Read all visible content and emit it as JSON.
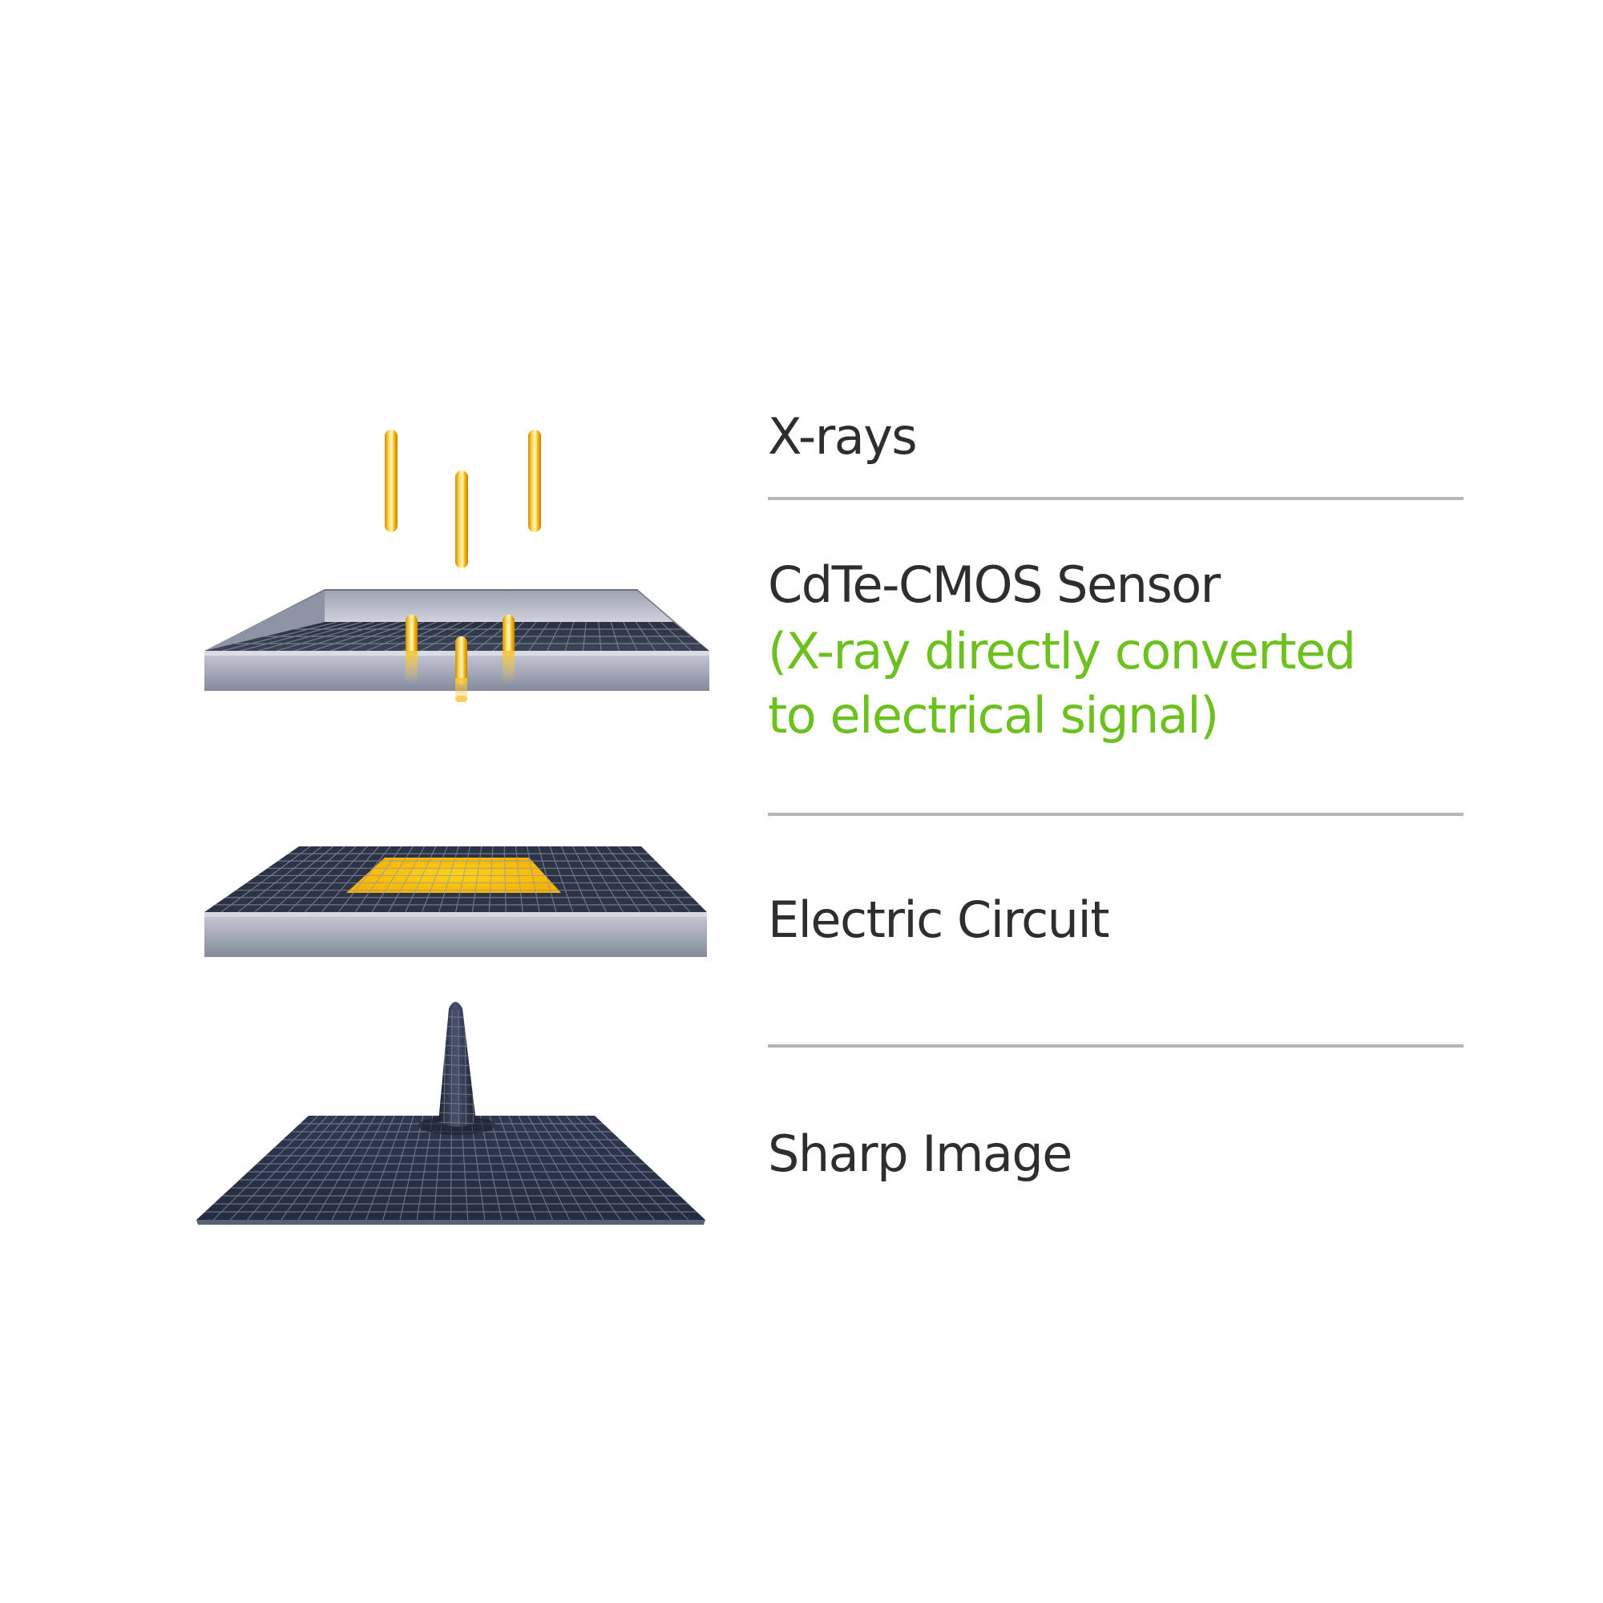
{
  "layers": [
    {
      "id": "xrays",
      "title": "X-rays"
    },
    {
      "id": "sensor",
      "title": "CdTe-CMOS Sensor",
      "subtitle_lines": [
        "(X-ray directly converted",
        "to electrical signal)"
      ]
    },
    {
      "id": "circuit",
      "title": "Electric Circuit"
    },
    {
      "id": "image",
      "title": "Sharp Image"
    }
  ],
  "colors": {
    "text": "#2e2e30",
    "highlight_text": "#6cc11e",
    "xray_yellow": "#f6b80a",
    "divider": "#b5b5b8",
    "grid_dark": "#2a3346",
    "metal": "#a9afbd"
  },
  "icons": [
    "xray-beam-icon",
    "sensor-plate-icon",
    "circuit-board-icon",
    "sharp-peak-icon"
  ]
}
